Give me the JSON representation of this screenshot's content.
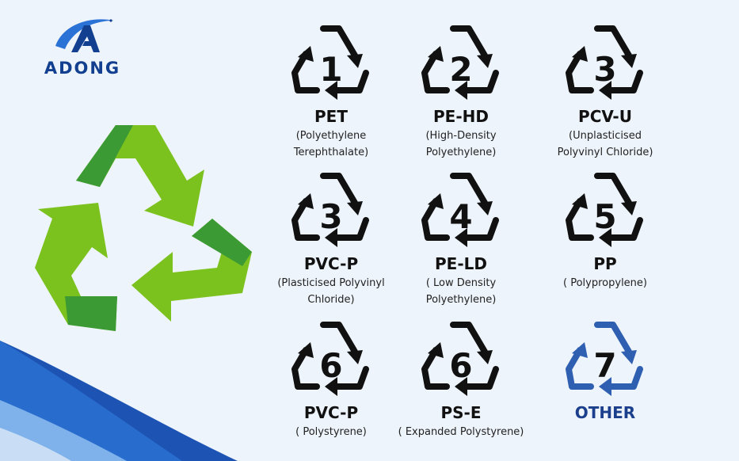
{
  "logo": {
    "brand": "ADONG",
    "mark_icon": "adong-a-mark-icon"
  },
  "hero_icon": "recycle-arrows-icon",
  "colors": {
    "brand_blue": "#123f8f",
    "green_light": "#7cc21f",
    "green_dark": "#3c9a34",
    "other_blue": "#2f5fb0",
    "other_digit": "#4fb6e8"
  },
  "codes": [
    {
      "number": "1",
      "abbr": "PET",
      "desc": "(Polyethylene\nTerephthalate)"
    },
    {
      "number": "2",
      "abbr": "PE-HD",
      "desc": "(High-Density\nPolyethylene)"
    },
    {
      "number": "3",
      "abbr": "PCV-U",
      "desc": "(Unplasticised\nPolyvinyl Chloride)"
    },
    {
      "number": "3",
      "abbr": "PVC-P",
      "desc": "(Plasticised Polyvinyl\nChloride)"
    },
    {
      "number": "4",
      "abbr": "PE-LD",
      "desc": "( Low Density\nPolyethylene)"
    },
    {
      "number": "5",
      "abbr": "PP",
      "desc": "( Polypropylene)"
    },
    {
      "number": "6",
      "abbr": "PVC-P",
      "desc": "( Polystyrene)"
    },
    {
      "number": "6",
      "abbr": "PS-E",
      "desc": "( Expanded Polystyrene)"
    },
    {
      "number": "7",
      "abbr": "OTHER",
      "desc": ""
    }
  ]
}
